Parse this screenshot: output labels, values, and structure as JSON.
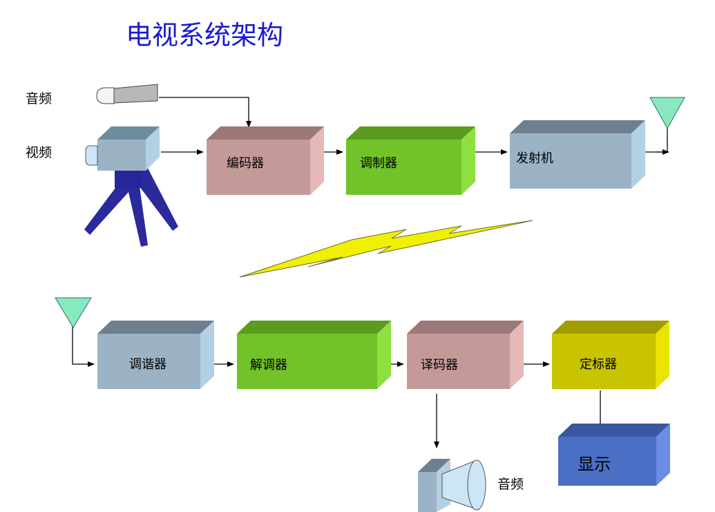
{
  "title": "电视系统架构",
  "inputs": {
    "audio": "音频",
    "video": "视频"
  },
  "transmitter": {
    "encoder": "编码器",
    "modulator": "调制器",
    "transmitter": "发射机"
  },
  "receiver": {
    "tuner": "调谐器",
    "demodulator": "解调器",
    "decoder": "译码器",
    "scaler": "定标器",
    "display": "显示"
  },
  "output": {
    "audio": "音频"
  },
  "colors": {
    "title": "#1a1ad0",
    "encoder": "#c49a99",
    "modulator": "#72c22a",
    "transmitter": "#9bb3c4",
    "scaler": "#c8c400",
    "display": "#4a6fc4",
    "antenna": "#88e8c0",
    "lightning": "#f0f000",
    "camera_stand": "#2a2a9c"
  },
  "icons": {
    "microphone": "microphone-icon",
    "camera": "video-camera-icon",
    "antenna": "antenna-icon",
    "speaker": "speaker-icon",
    "lightning": "lightning-bolt-icon"
  }
}
